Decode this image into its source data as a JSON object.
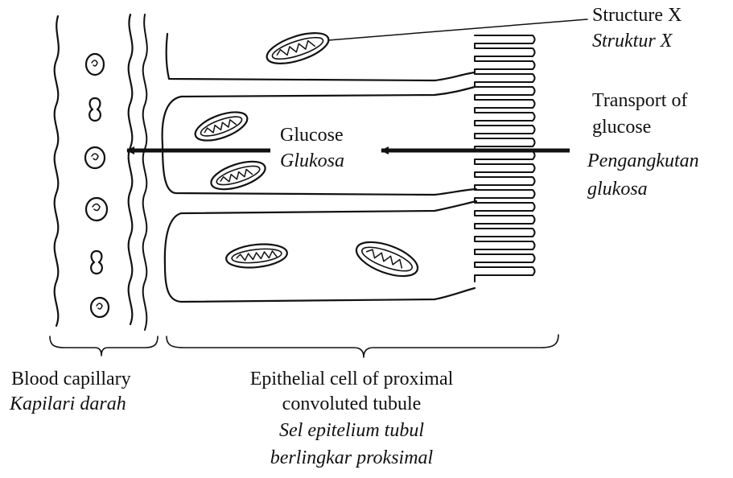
{
  "labels": {
    "structure_x": {
      "en": "Structure X",
      "ms": "Struktur X"
    },
    "transport": {
      "en_line1": "Transport of",
      "en_line2": "glucose",
      "ms_line1": "Pengangkutan",
      "ms_line2": "glukosa"
    },
    "glucose": {
      "en": "Glucose",
      "ms": "Glukosa"
    },
    "capillary": {
      "en": "Blood capillary",
      "ms": "Kapilari darah"
    },
    "epithelial": {
      "en_line1": "Epithelial cell of proximal",
      "en_line2": "convoluted tubule",
      "ms_line1": "Sel epitelium tubul",
      "ms_line2": "berlingkar proksimal"
    }
  }
}
